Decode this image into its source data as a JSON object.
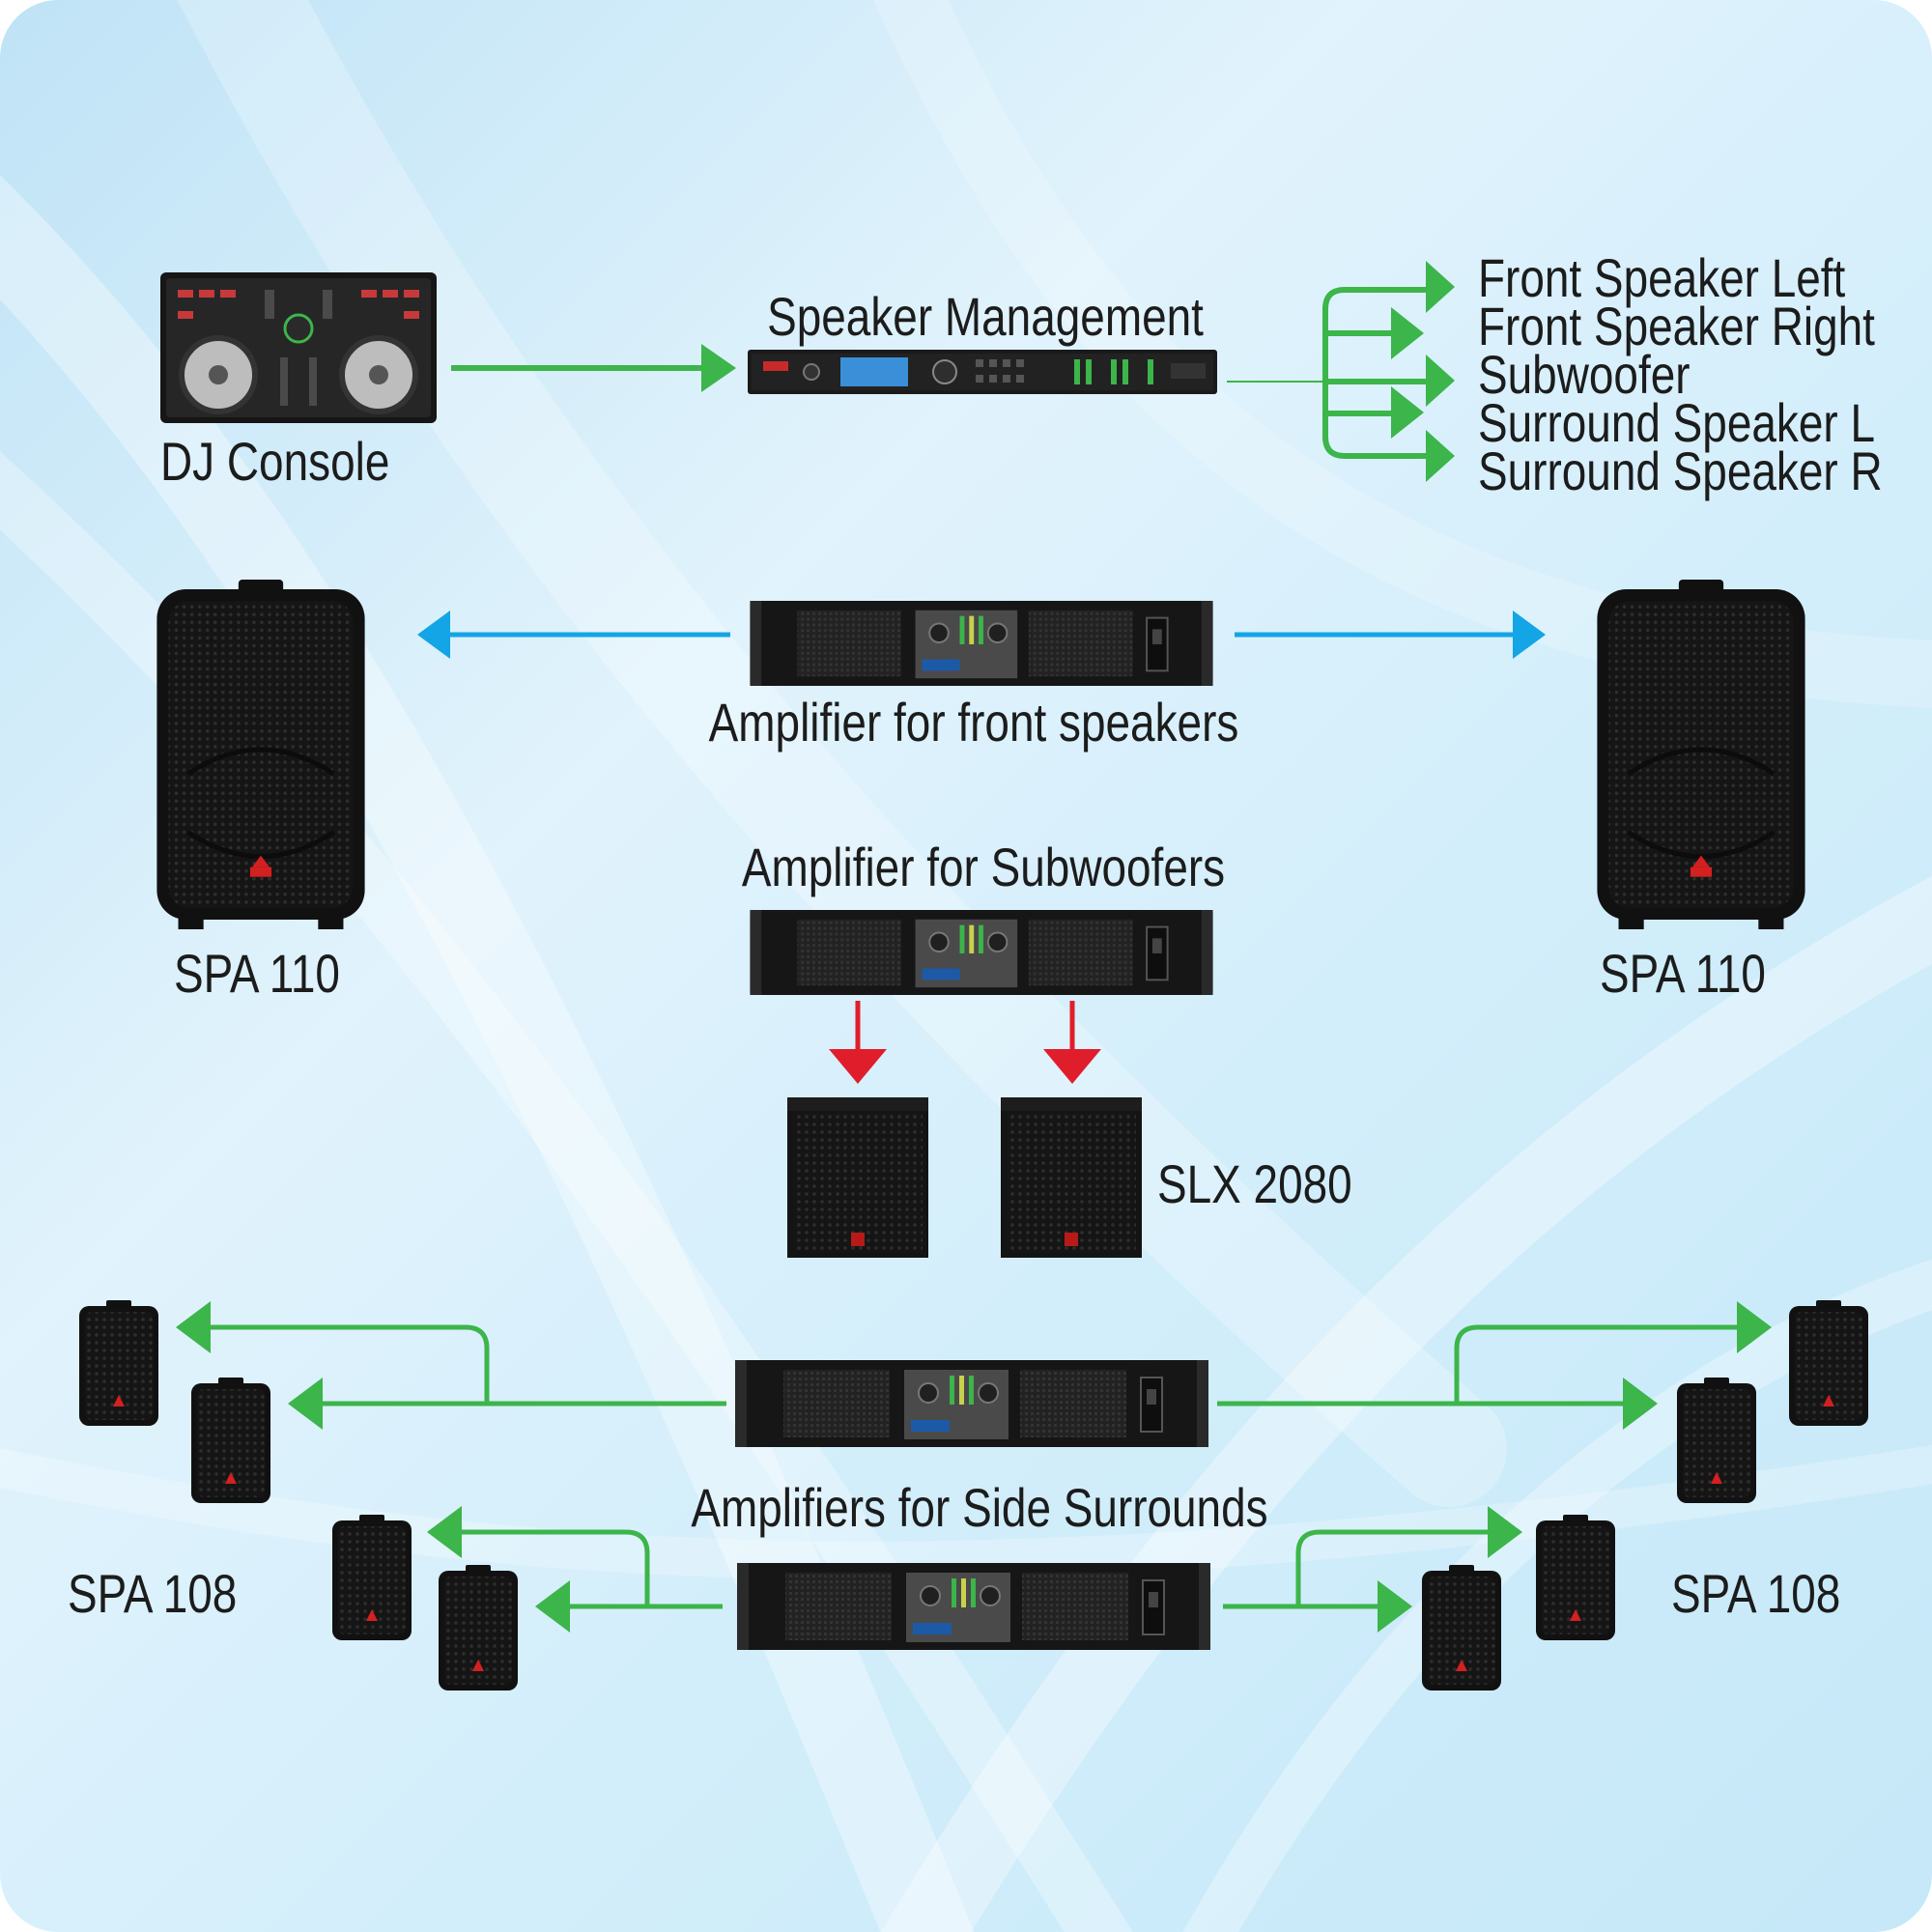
{
  "colors": {
    "green_arrow": "#3cb54a",
    "blue_arrow": "#13a5e6",
    "red_arrow": "#e01e2b",
    "device_body": "#1a1a1a",
    "text": "#1c1c1c"
  },
  "dj_console": {
    "label": "DJ Console"
  },
  "speaker_management": {
    "label": "Speaker Management",
    "outputs": [
      "Front Speaker Left",
      "Front Speaker Right",
      "Subwoofer",
      "Surround Speaker L",
      "Surround Speaker R"
    ]
  },
  "front_amplifier": {
    "label": "Amplifier for front speakers"
  },
  "front_speakers": {
    "left_label": "SPA 110",
    "right_label": "SPA 110"
  },
  "subwoofer_amplifier": {
    "label": "Amplifier for Subwoofers"
  },
  "subwoofers": {
    "label": "SLX 2080"
  },
  "surround_amplifiers": {
    "label": "Amplifiers for Side Surrounds"
  },
  "surround_speakers": {
    "left_label": "SPA 108",
    "right_label": "SPA 108"
  }
}
